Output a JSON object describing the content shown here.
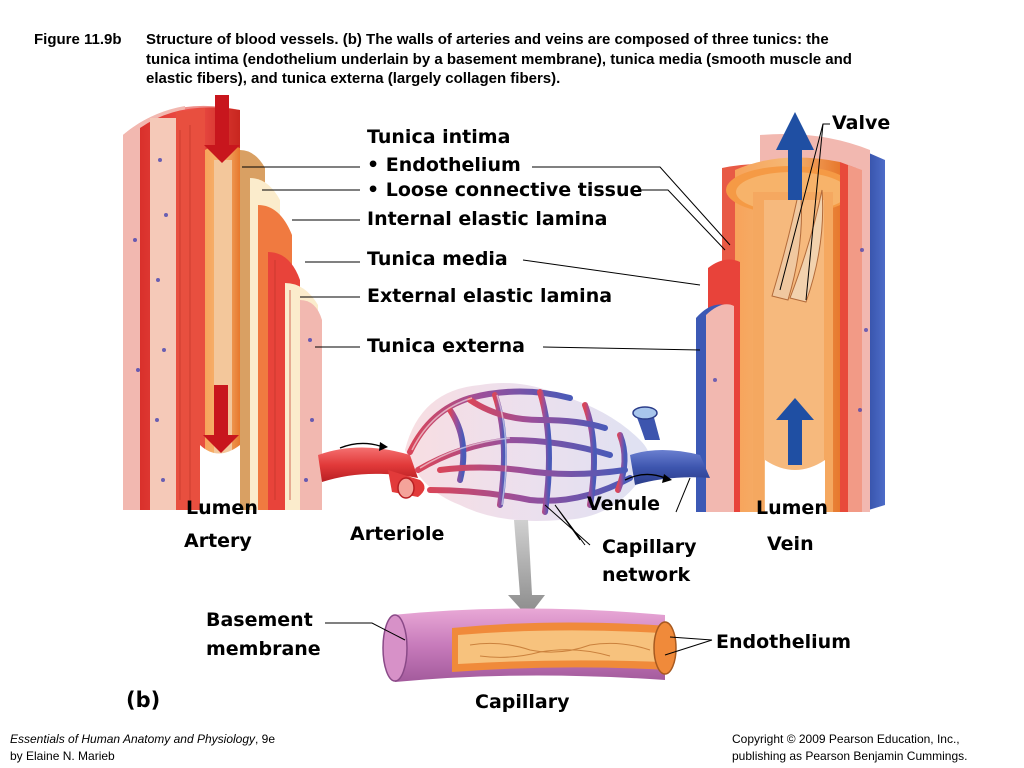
{
  "caption": {
    "figure_label": "Figure 11.9b",
    "line1": "Structure of blood vessels. (b) The walls of arteries and veins are composed of three tunics: the",
    "line2": "tunica intima (endothelium underlain by a basement membrane), tunica media (smooth muscle and",
    "line3": "elastic fibers), and tunica externa (largely collagen fibers)."
  },
  "labels": {
    "tunica_intima": "Tunica intima",
    "endothelium_bullet": "• Endothelium",
    "loose_connective": "• Loose connective tissue",
    "internal_elastic": "Internal elastic lamina",
    "tunica_media": "Tunica media",
    "external_elastic": "External elastic lamina",
    "tunica_externa": "Tunica externa",
    "valve": "Valve",
    "lumen_artery": "Lumen",
    "artery": "Artery",
    "arteriole": "Arteriole",
    "venule": "Venule",
    "capillary_network_1": "Capillary",
    "capillary_network_2": "network",
    "lumen_vein": "Lumen",
    "vein": "Vein",
    "basement_1": "Basement",
    "basement_2": "membrane",
    "endothelium_cap": "Endothelium",
    "panel": "(b)",
    "capillary": "Capillary"
  },
  "footer": {
    "book_title": "Essentials of Human Anatomy and Physiology",
    "edition": ", 9e",
    "author": "by Elaine N. Marieb",
    "copyright": "Copyright © 2009 Pearson Education, Inc.,",
    "publisher": "publishing as Pearson Benjamin Cummings."
  },
  "colors": {
    "artery_red": "#e8433a",
    "vein_blue": "#3c59b5",
    "arrow_red": "#c8161d",
    "arrow_blue": "#1f4fa3",
    "orange_wall": "#f08a3a",
    "pale_yellow": "#fbeccc",
    "pink_externa": "#f2b8b0",
    "capillary_purple": "#8a5aa8"
  }
}
